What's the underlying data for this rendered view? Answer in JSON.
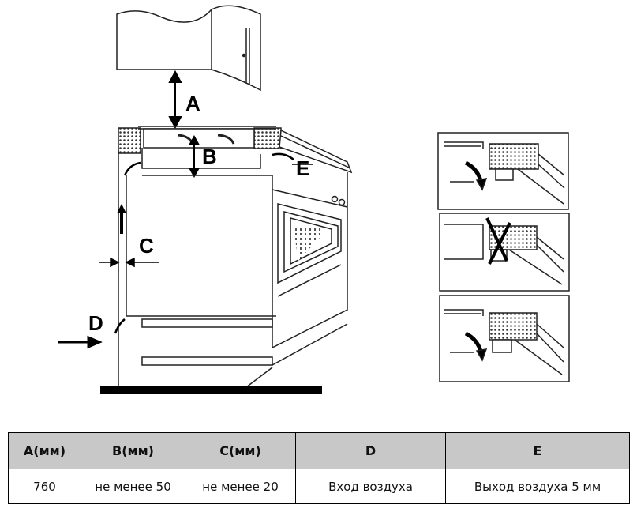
{
  "diagram": {
    "labels": {
      "a": "A",
      "b": "B",
      "c": "C",
      "d": "D",
      "e": "E"
    }
  },
  "table": {
    "headers": [
      "A(мм)",
      "B(мм)",
      "C(мм)",
      "D",
      "E"
    ],
    "values": [
      "760",
      "не менее 50",
      "не менее 20",
      "Вход воздуха",
      "Выход воздуха 5 мм"
    ]
  }
}
